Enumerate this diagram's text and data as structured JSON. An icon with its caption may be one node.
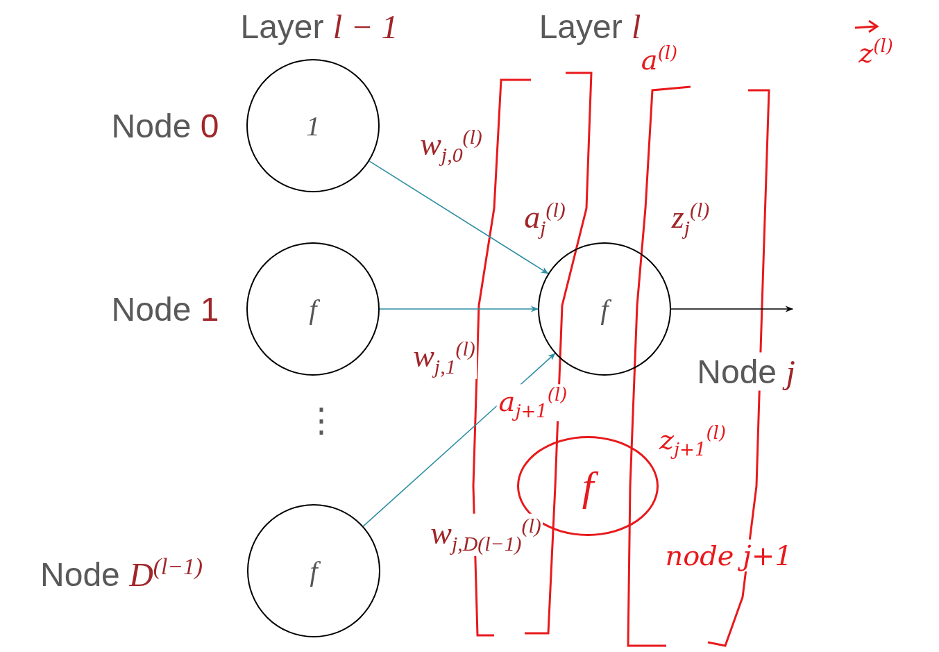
{
  "diagram": {
    "nodes": [
      {
        "text": [
          "1"
        ],
        "beside": [
          "Node *0*"
        ]
      },
      {
        "text": [
          "f"
        ],
        "beside": [
          "Node *1*"
        ]
      },
      {
        "text": [
          "f"
        ],
        "beside": [
          "Node *D*$^{(l−1)}$"
        ]
      },
      {
        "text": [
          "f"
        ],
        "beside": [
          "Node *j*"
        ]
      },
      {
        "text": [
          "f"
        ],
        "beside": [
          "node j+1"
        ]
      }
    ],
    "edges": [
      {
        "from": 0,
        "to": 3,
        "arrow": "to",
        "label": "w$_{j,0}$$^{(l)}$",
        "color": "#2e8fa3"
      },
      {
        "from": 1,
        "to": 3,
        "arrow": "to",
        "label": "w$_{j,1}$$^{(l)}$",
        "color": "#2e8fa3"
      },
      {
        "from": 2,
        "to": 3,
        "arrow": "to",
        "label": "w$_{j,D(l−1)}$$^{(l)}$",
        "color": "#2e8fa3"
      },
      {
        "from": 3,
        "to": null,
        "arrow": "to",
        "color": "#000000"
      }
    ],
    "labels": [
      "Layer *l − 1*",
      "Layer *l*",
      "a$^{(l)}$",
      "z$^{(l)}$",
      "a$_{j}$$^{(l)}$",
      "z$_{j}$$^{(l)}$",
      "⋮",
      "a$_{j+1}$$^{(l)}$",
      "z$_{j+1}$$^{(l)}$"
    ]
  }
}
